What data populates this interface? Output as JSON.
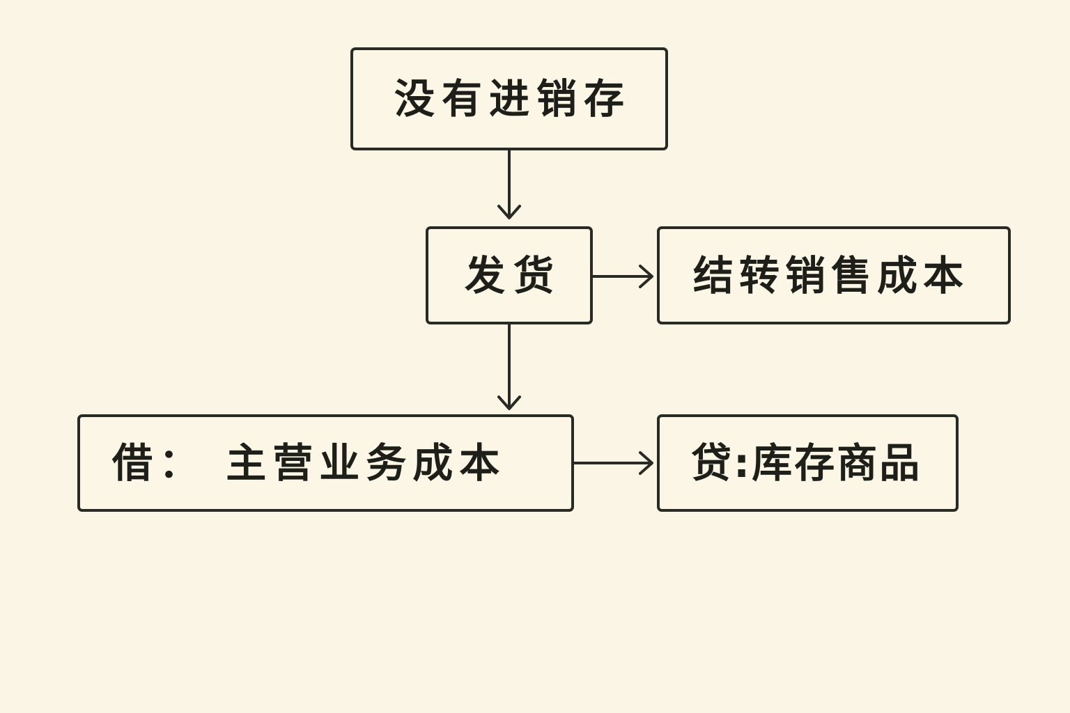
{
  "colors": {
    "background": "#fbf5e6",
    "stroke": "#2a2a24",
    "text": "#1f1f1a"
  },
  "nodes": {
    "top": "没有进销存",
    "ship": "发货",
    "transfer": "结转销售成本",
    "debit": "借： 主营业务成本",
    "credit": "贷:库存商品"
  }
}
